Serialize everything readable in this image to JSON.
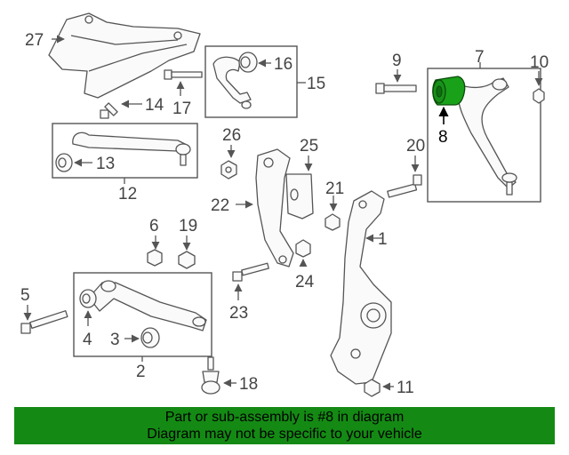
{
  "callouts": {
    "c1": "1",
    "c2": "2",
    "c3": "3",
    "c4": "4",
    "c5": "5",
    "c6": "6",
    "c7": "7",
    "c8": "8",
    "c9": "9",
    "c10": "10",
    "c11": "11",
    "c12": "12",
    "c13": "13",
    "c14": "14",
    "c15": "15",
    "c16": "16",
    "c17": "17",
    "c18": "18",
    "c19": "19",
    "c20": "20",
    "c21": "21",
    "c22": "22",
    "c23": "23",
    "c24": "24",
    "c25": "25",
    "c26": "26",
    "c27": "27"
  },
  "highlight": {
    "part": "8",
    "color": "#1aa11a"
  },
  "banner": {
    "line1": "Part or sub-assembly is #8 in diagram",
    "line2": "Diagram may not be specific to your vehicle",
    "color": "#148a14"
  }
}
